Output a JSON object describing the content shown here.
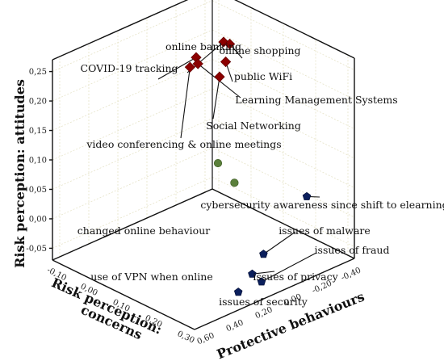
{
  "chart_data": {
    "type": "scatter",
    "projection": "3d",
    "zlabel": "Risk perception: attitudes",
    "xlabel": "Risk perception: concerns",
    "ylabel": "Protective behaviours",
    "z_ticks": [
      "0,25",
      "0,20",
      "0,15",
      "0,10",
      "0,05",
      "0,00",
      "-0,05"
    ],
    "x_ticks": [
      "-0,10",
      "0,00",
      "0,10",
      "0,20",
      "0,30"
    ],
    "y_ticks": [
      "0,60",
      "0,40",
      "0,20",
      "0,00",
      "-0,20",
      "-0,40"
    ],
    "z_range": [
      -0.07,
      0.27
    ],
    "x_range": [
      -0.12,
      0.32
    ],
    "y_range": [
      -0.45,
      0.65
    ],
    "grid": true,
    "series": [
      {
        "marker": "diamond",
        "color": "#8b0000",
        "points": [
          {
            "label": "online banking",
            "x": 0.05,
            "y": -0.15,
            "z": 0.258
          },
          {
            "label": "online shopping",
            "x": 0.06,
            "y": -0.17,
            "z": 0.255
          },
          {
            "label": "public WiFi",
            "x": 0.07,
            "y": -0.12,
            "z": 0.233
          },
          {
            "label": "COVID-19 tracking",
            "x": 0.01,
            "y": -0.05,
            "z": 0.232
          },
          {
            "label": "video conferencing & online meetings",
            "x": 0.0,
            "y": -0.03,
            "z": 0.215
          },
          {
            "label": "Learning Management Systems",
            "x": 0.02,
            "y": -0.04,
            "z": 0.225
          },
          {
            "label": "Social Networking",
            "x": 0.06,
            "y": -0.1,
            "z": 0.207
          }
        ]
      },
      {
        "marker": "pentagon",
        "color": "#0b1f5c",
        "points": [
          {
            "label": "cybersecurity awareness since shift to elearning",
            "x": 0.24,
            "y": -0.3,
            "z": 0.03
          },
          {
            "label": "issues of malware",
            "x": 0.25,
            "y": 0.02,
            "z": -0.03
          },
          {
            "label": "issues of fraud",
            "x": 0.28,
            "y": 0.1,
            "z": -0.06
          },
          {
            "label": "issues of privacy",
            "x": 0.26,
            "y": 0.12,
            "z": -0.05
          },
          {
            "label": "issues of security",
            "x": 0.28,
            "y": 0.26,
            "z": -0.06
          }
        ]
      },
      {
        "marker": "circle",
        "color": "#5a7f3a",
        "points": [
          {
            "label": "changed online behaviour",
            "x": -0.08,
            "y": -0.4,
            "z": -0.01
          },
          {
            "label": "use of VPN when online",
            "x": -0.02,
            "y": -0.38,
            "z": -0.025
          }
        ]
      }
    ]
  }
}
